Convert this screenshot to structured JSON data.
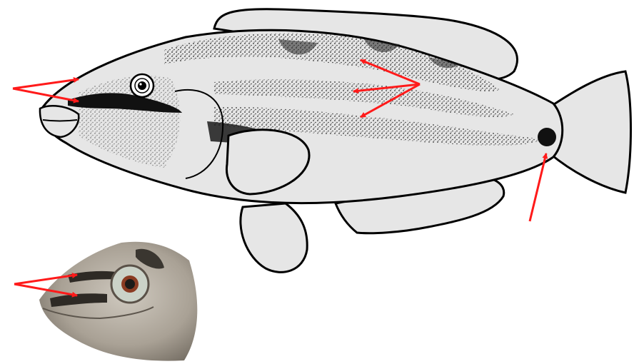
{
  "figure": {
    "subjects": [
      "fish-illustration",
      "fish-head-photo"
    ],
    "colors": {
      "background": "#ffffff",
      "body_fill": "#e6e6e6",
      "outline": "#000000",
      "stipple": "#1a1a1a",
      "arrow": "#ff1a1a",
      "photo_skin": "#b9b2a6",
      "photo_dark": "#3a3630"
    },
    "markings": [
      "snout-stripe",
      "upper-lateral-stripe",
      "mid-lateral-stripe",
      "lower-lateral-stripe",
      "caudal-spot",
      "photo-snout-stripes"
    ]
  }
}
